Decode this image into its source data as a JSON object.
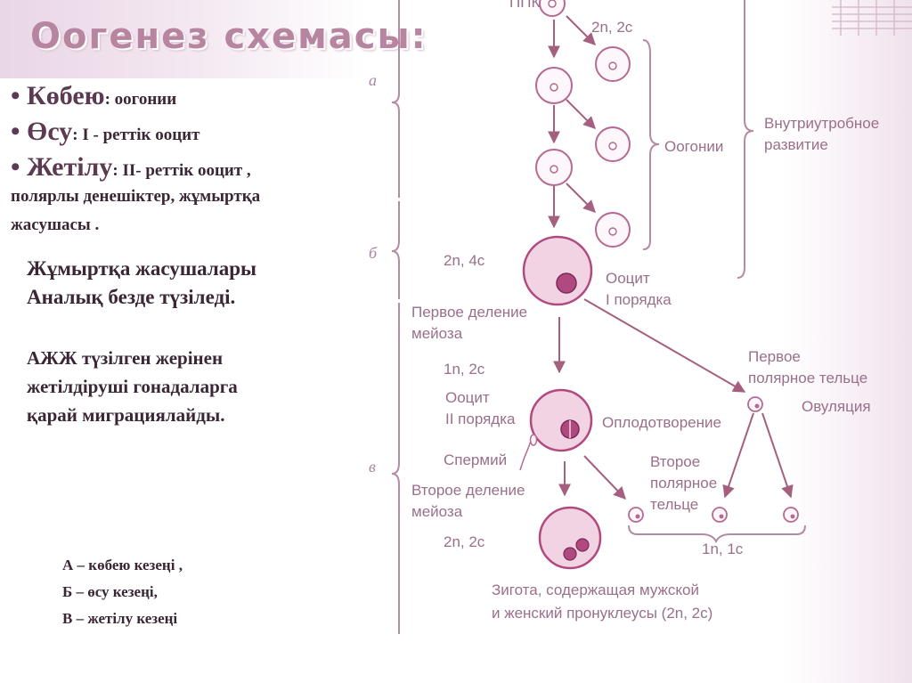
{
  "slide": {
    "title": "Оогенез схемасы:",
    "bullets": [
      {
        "head": "• Көбею",
        "rest": ": оогонии"
      },
      {
        "head": "• Өсу",
        "rest": ":  І - реттік ооцит"
      },
      {
        "head": "• Жетілу",
        "rest": ": ІІ- реттік ооцит ,"
      }
    ],
    "bullet_cont": [
      "полярлы денешіктер, жұмыртқа",
      "жасушасы ."
    ],
    "para1": [
      "Жұмыртқа жасушалары",
      "Аналық безде түзіледі."
    ],
    "para2": [
      "АЖЖ  түзілген жерінен",
      "жетілдіруші гонадаларга",
      "қарай  миграциялайды."
    ],
    "legend": [
      "А – көбею кезеңі  ,",
      "Б – өсу кезеңі,",
      "В – жетілу кезеңі"
    ]
  },
  "diagram": {
    "ppk": "ППК",
    "ploidy_2n2c_top": "2n, 2c",
    "oogonia": "Оогонии",
    "intrauterine": [
      "Внутриутробное",
      "развитие"
    ],
    "stage_a": "а",
    "stage_b": "б",
    "stage_v": "в",
    "ploidy_2n4c": "2n, 4c",
    "oocyte1": [
      "Ооцит",
      "I порядка"
    ],
    "first_division": [
      "Первое деление",
      "мейоза"
    ],
    "ploidy_1n2c": "1n, 2c",
    "oocyte2": [
      "Ооцит",
      "II порядка"
    ],
    "first_polar_body": [
      "Первое",
      "полярное тельце"
    ],
    "ovulation": "Овуляция",
    "fertilization": "Оплодотворение",
    "sperm": "Спермий",
    "second_polar_body": [
      "Второе",
      "полярное",
      "тельце"
    ],
    "second_division": [
      "Второе деление",
      "мейоза"
    ],
    "ploidy_2n2c_bottom": "2n, 2c",
    "ploidy_1n1c": "1n, 1c",
    "zygote": [
      "Зигота, содержащая мужской",
      "и женский пронуклеусы (2n, 2c)"
    ]
  },
  "colors": {
    "accent": "#b0497f",
    "line": "#a5607f",
    "cell_fill": "#f2d6e6",
    "nucleus": "#b0497f"
  }
}
